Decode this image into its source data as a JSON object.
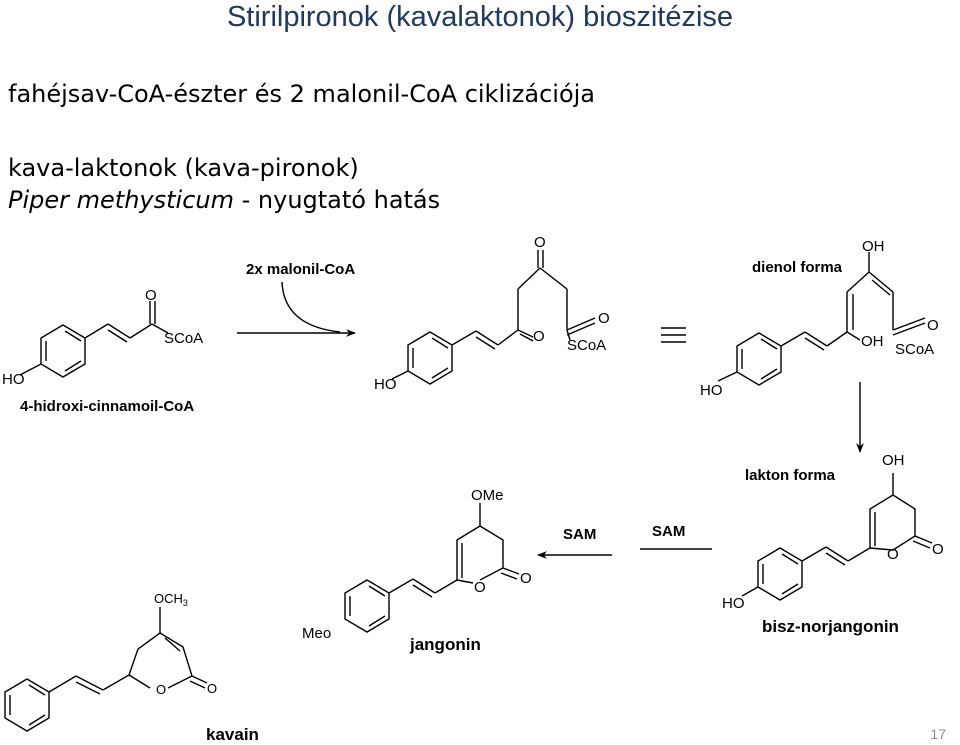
{
  "title": "Stirilpironok (kavalaktonok) bioszitézise",
  "lines": {
    "line1": "fahéjsav-CoA-észter és 2 malonil-CoA ciklizációja",
    "line2": "kava-laktonok (kava-pironok)",
    "line3_italic": "Piper methysticum",
    "line3_rest": " - nyugtató hatás"
  },
  "scheme": {
    "compounds": {
      "cinnamoyl": "4-hidroxi-cinnamoil-CoA",
      "bisnor": "bisz-norjangonin",
      "jangonin": "jangonin",
      "kavain": "kavain"
    },
    "forms": {
      "dienol": "dienol forma",
      "lakton": "lakton forma"
    },
    "arrows": {
      "malonyl": "2x malonil-CoA",
      "sam1": "SAM",
      "sam2": "SAM"
    },
    "atoms": {
      "ho": "HO",
      "o": "O",
      "oh": "OH",
      "scoa": "SCoA",
      "ome": "OMe",
      "meo": "Meo",
      "och3": "OCH",
      "och3_sub": "3"
    }
  },
  "page_number": "17"
}
